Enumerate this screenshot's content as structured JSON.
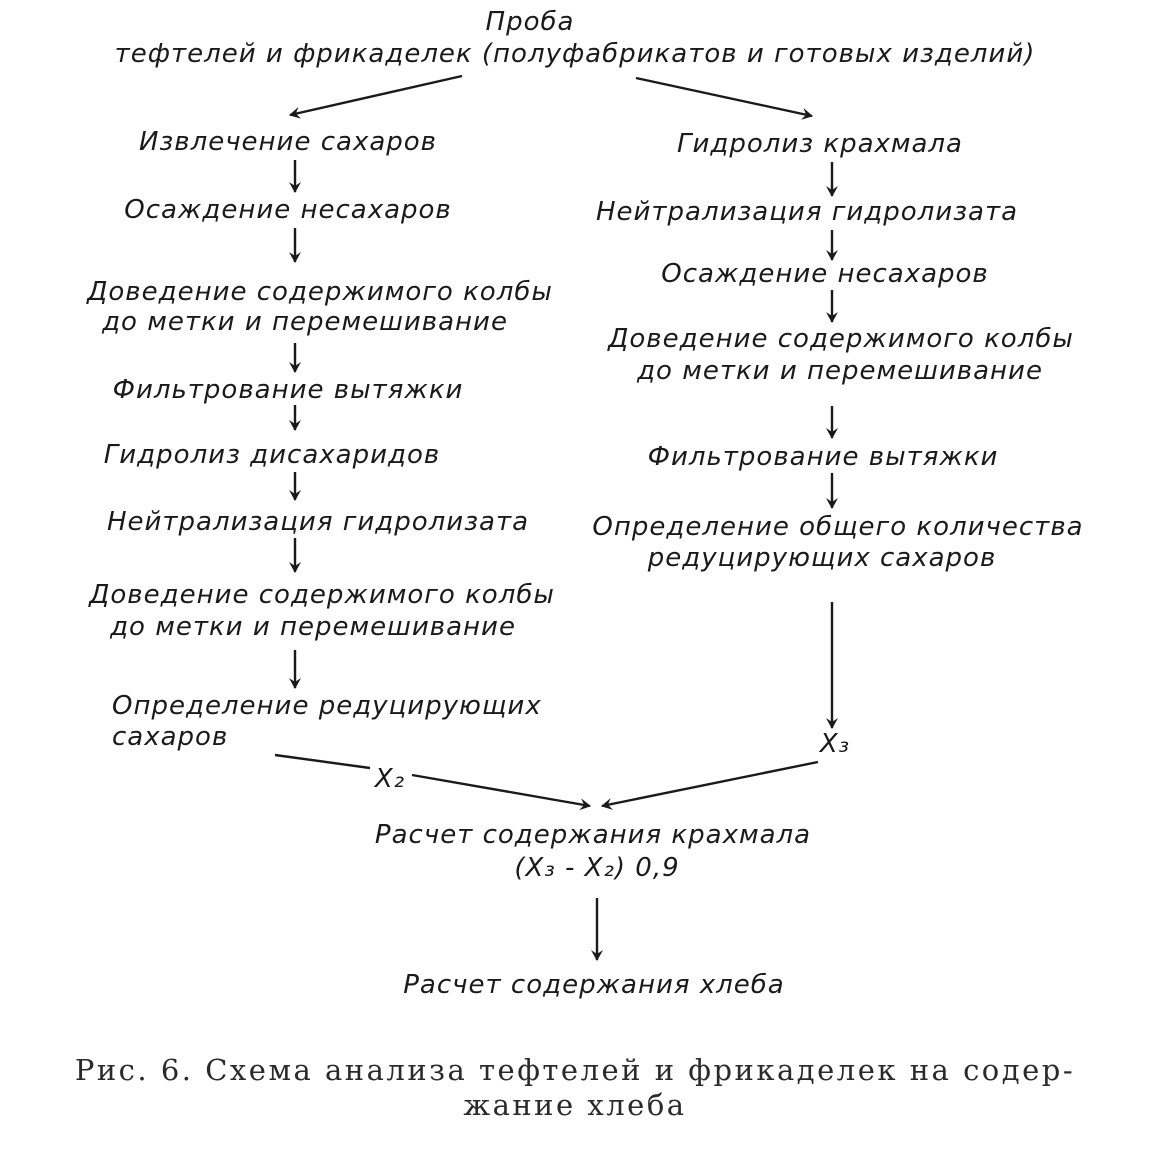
{
  "diagram": {
    "top": {
      "line1": "Проба",
      "line2": "тефтелей и фрикаделек (полуфабрикатов и готовых изделий)"
    },
    "left": {
      "step1": "Извлечение сахаров",
      "step2": "Осаждение несахаров",
      "step3_line1": "Доведение содержимого колбы",
      "step3_line2": "до метки и перемешивание",
      "step4": "Фильтрование вытяжки",
      "step5": "Гидролиз дисахаридов",
      "step6": "Нейтрализация гидролизата",
      "step7_line1": "Доведение содержимого колбы",
      "step7_line2": "до метки и перемешивание",
      "step8_line1": "Определение редуцирующих",
      "step8_line2": "сахаров"
    },
    "right": {
      "step1": "Гидролиз крахмала",
      "step2": "Нейтрализация гидролизата",
      "step3": "Осаждение несахаров",
      "step4_line1": "Доведение содержимого колбы",
      "step4_line2": "до метки и перемешивание",
      "step5": "Фильтрование вытяжки",
      "step6_line1": "Определение общего количества",
      "step6_line2": "редуцирующих сахаров"
    },
    "labels": {
      "x2": "X₂",
      "x3": "X₃"
    },
    "bottom": {
      "calc_line1": "Расчет содержания крахмала",
      "calc_line2": "(X₃ - X₂) 0,9",
      "final": "Расчет содержания хлеба"
    }
  },
  "caption": {
    "line1": "Рис. 6. Схема анализа тефтелей и фрикаделек на содер-",
    "line2": "жание хлеба"
  }
}
